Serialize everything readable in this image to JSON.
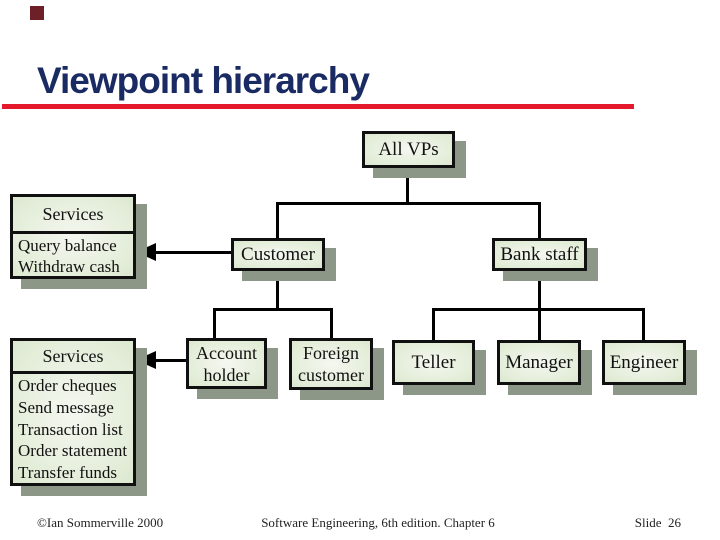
{
  "slide": {
    "title": "Viewpoint hierarchy",
    "accent_rule_color": "#e4192b",
    "title_color": "#1a2a63",
    "corner_marker_color": "#6d2027",
    "footer": {
      "left": "©Ian Sommerville 2000",
      "center": "Software Engineering, 6th edition. Chapter 6",
      "right": "Slide  26"
    }
  },
  "diagram": {
    "type": "hierarchy",
    "box_fill": "#e8efe1",
    "box_border": "#101010",
    "shadow_color": "#8c9788",
    "nodes": [
      {
        "id": "all-vps",
        "label": "All VPs",
        "parent": null
      },
      {
        "id": "customer",
        "label": "Customer",
        "parent": "all-vps"
      },
      {
        "id": "bank-staff",
        "label": "Bank staff",
        "parent": "all-vps"
      },
      {
        "id": "account-holder",
        "label": "Account holder",
        "parent": "customer"
      },
      {
        "id": "foreign-customer",
        "label": "Foreign customer",
        "parent": "customer"
      },
      {
        "id": "teller",
        "label": "Teller",
        "parent": "bank-staff"
      },
      {
        "id": "manager",
        "label": "Manager",
        "parent": "bank-staff"
      },
      {
        "id": "engineer",
        "label": "Engineer",
        "parent": "bank-staff"
      }
    ],
    "services": [
      {
        "title": "Services",
        "attached_to": "Customer",
        "items": [
          "Query balance",
          "Withdraw cash"
        ]
      },
      {
        "title": "Services",
        "attached_to": "Account holder",
        "items": [
          "Order cheques",
          "Send message",
          "Transaction list",
          "Order statement",
          "Transfer funds"
        ]
      }
    ]
  }
}
